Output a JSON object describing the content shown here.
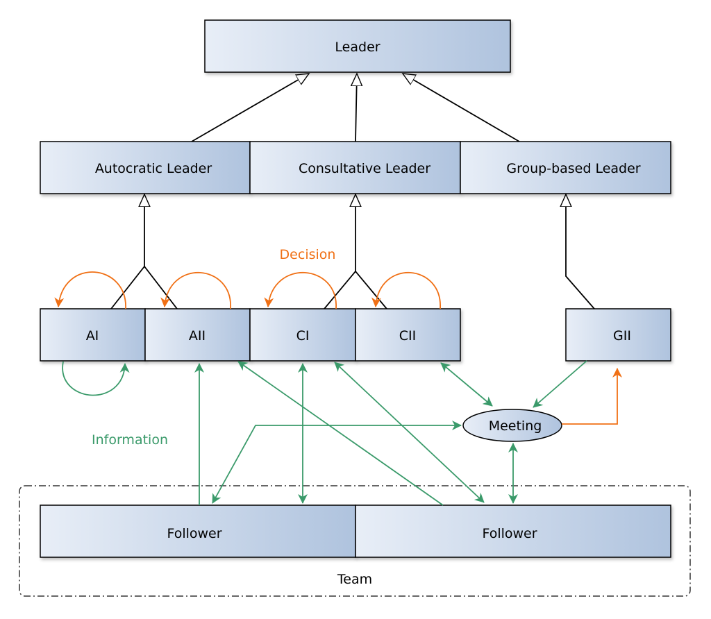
{
  "colors": {
    "box_fill_start": "#e8eef7",
    "box_fill_end": "#afc3de",
    "box_stroke": "#000000",
    "inheritance": "#000000",
    "information": "#3a9a6a",
    "decision": "#f07015"
  },
  "nodes": {
    "leader": "Leader",
    "autocratic": "Autocratic Leader",
    "consultative": "Consultative Leader",
    "group_based": "Group-based Leader",
    "ai": "AI",
    "aii": "AII",
    "ci": "CI",
    "cii": "CII",
    "gii": "GII",
    "meeting": "Meeting",
    "follower_left": "Follower",
    "follower_right": "Follower"
  },
  "labels": {
    "decision": "Decision",
    "information": "Information",
    "team": "Team"
  }
}
